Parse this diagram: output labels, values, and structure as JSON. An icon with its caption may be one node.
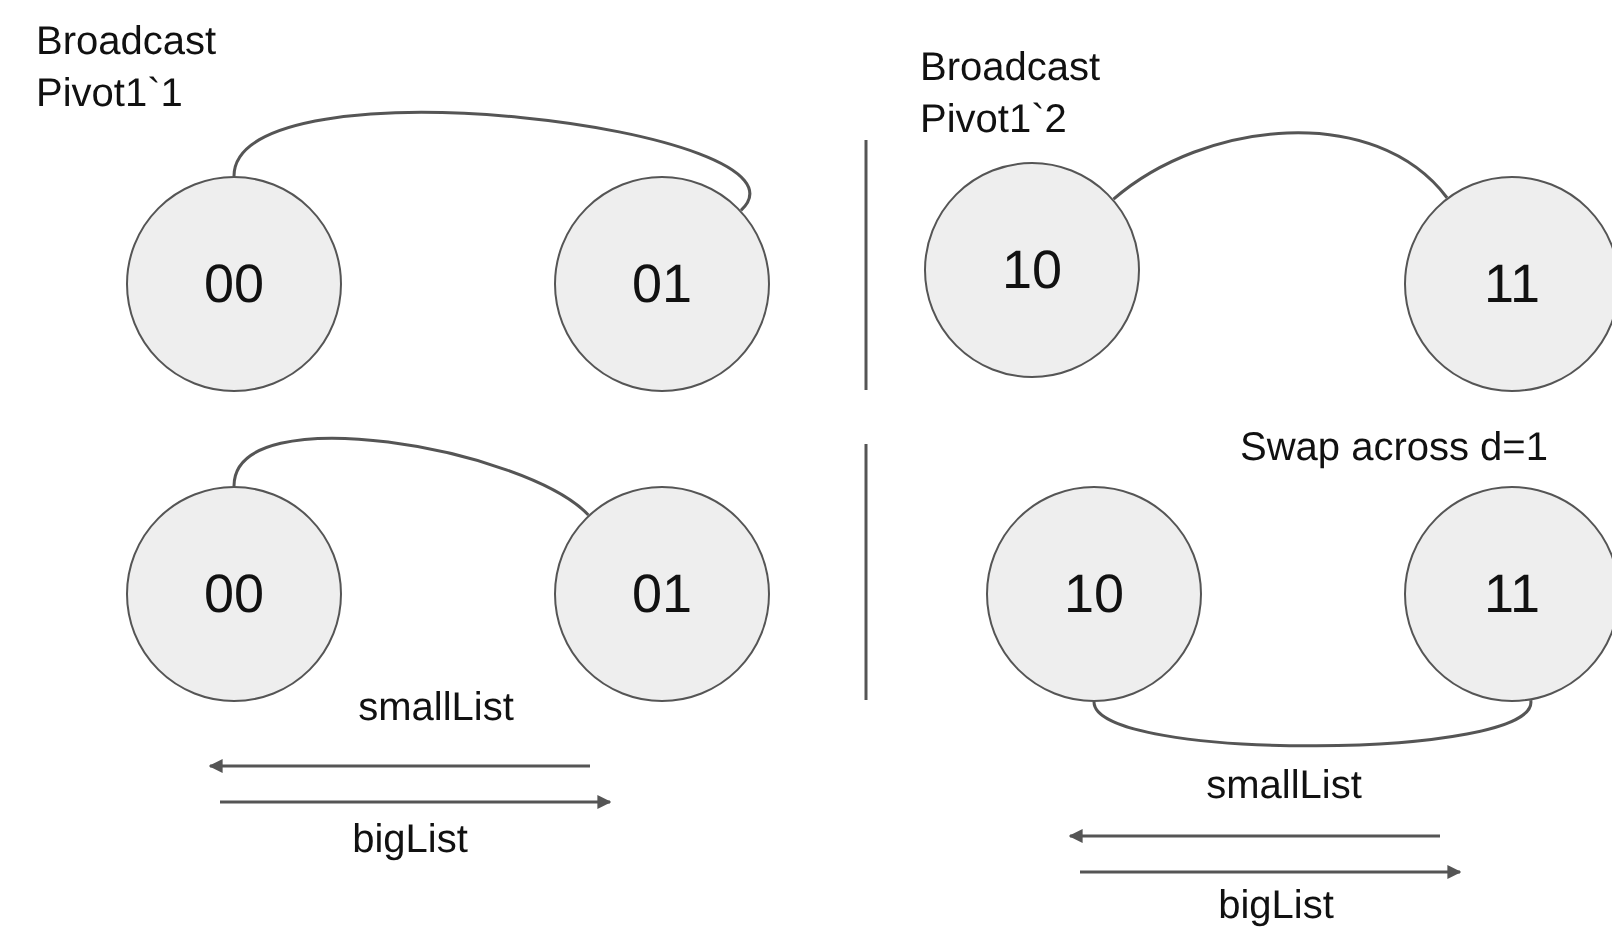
{
  "diagram": {
    "nodes": [
      {
        "text": [
          "00"
        ]
      },
      {
        "text": [
          "01"
        ]
      },
      {
        "text": [
          "10"
        ]
      },
      {
        "text": [
          "11"
        ]
      },
      {
        "text": [
          "00"
        ]
      },
      {
        "text": [
          "01"
        ]
      },
      {
        "text": [
          "10"
        ]
      },
      {
        "text": [
          "11"
        ]
      }
    ],
    "edges": [
      {
        "from": 0,
        "to": 1,
        "arrow": "none"
      },
      {
        "from": 2,
        "to": 3,
        "arrow": "none"
      },
      {
        "from": 4,
        "to": 5,
        "arrow": "none"
      },
      {
        "from": 6,
        "to": 7,
        "arrow": "none"
      }
    ],
    "labels": [
      "Broadcast Pivot1`1",
      "Broadcast Pivot1`2",
      "Swap across d=1",
      "smallList",
      "bigList",
      "smallList",
      "bigList"
    ]
  }
}
